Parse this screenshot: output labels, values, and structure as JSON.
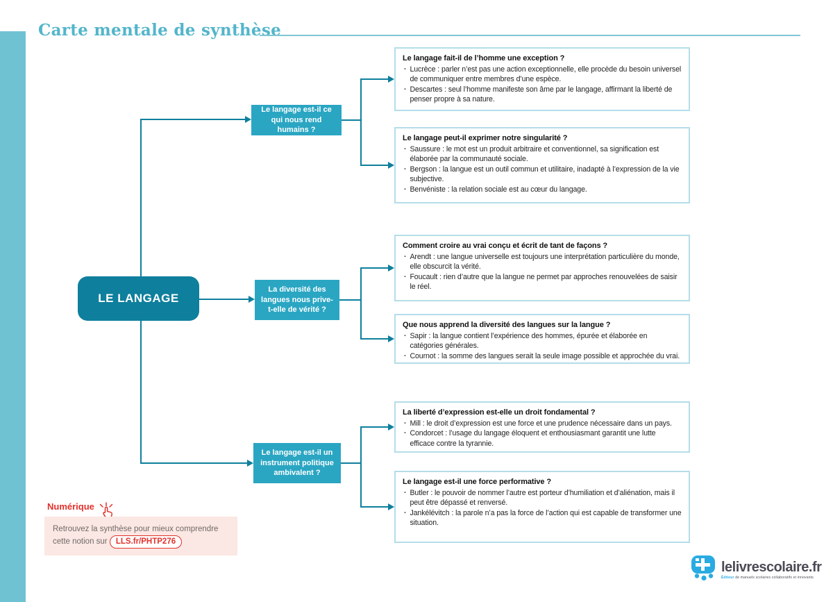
{
  "title": "Carte mentale de synthèse",
  "root": {
    "label": "LE LANGAGE"
  },
  "branches": [
    {
      "question": "Le langage est-il ce qui nous rend humains ?",
      "leaves": [
        {
          "title": "Le langage fait-il de l’homme une exception ?",
          "bullets": [
            "Lucrèce : parler n’est pas une action exceptionnelle, elle procède du besoin universel de communiquer entre membres d’une espèce.",
            "Descartes : seul l’homme manifeste son âme par le langage, affirmant la liberté de penser propre à sa nature."
          ]
        },
        {
          "title": "Le langage peut-il exprimer notre singularité ?",
          "bullets": [
            "Saussure : le mot est un produit arbitraire et conventionnel, sa signification est élaborée par la communauté sociale.",
            "Bergson : la langue est un outil commun et utilitaire, inadapté à l’expression de la vie subjective.",
            "Benvéniste : la relation sociale est au cœur du langage."
          ]
        }
      ]
    },
    {
      "question": "La diversité des langues nous prive-t-elle de vérité ?",
      "leaves": [
        {
          "title": "Comment croire au vrai conçu et écrit de tant de façons ?",
          "bullets": [
            "Arendt : une langue universelle est toujours une interprétation particulière du monde, elle obscurcit la vérité.",
            "Foucault : rien d’autre que la langue ne permet par approches renouvelées de saisir le réel."
          ]
        },
        {
          "title": "Que nous apprend la diversité des langues sur la langue ?",
          "bullets": [
            "Sapir : la langue contient l’expérience des hommes, épurée et élaborée en catégories générales.",
            "Cournot : la somme des langues serait la seule image possible et approchée du vrai."
          ]
        }
      ]
    },
    {
      "question": "Le langage est-il un instrument politique ambivalent ?",
      "leaves": [
        {
          "title": "La liberté d’expression est-elle un droit fondamental ?",
          "bullets": [
            "Mill : le droit d’expression est une force et une prudence nécessaire dans un pays.",
            "Condorcet : l’usage du langage éloquent et enthousiasmant garantit une lutte efficace contre la tyrannie."
          ]
        },
        {
          "title": "Le langage est-il une force performative ?",
          "bullets": [
            "Butler : le pouvoir de nommer l’autre est porteur d’humiliation et d’aliénation, mais il peut être dépassé et renversé.",
            "Jankélévitch : la parole n’a pas la force de l’action qui est capable de transformer une situation."
          ]
        }
      ]
    }
  ],
  "numerique": {
    "label": "Numérique",
    "text": "Retrouvez la synthèse pour mieux comprendre cette notion sur",
    "link_label": "LLS.fr/PHTP276"
  },
  "footer_logo": {
    "name": "lelivrescolaire.fr",
    "tagline_prefix": "Éditeur",
    "tagline_rest": "de manuels scolaires collaboratifs et innovants"
  },
  "colors": {
    "dark_teal": "#0e7f9d",
    "mid_teal": "#2aa6c3",
    "leaf_border": "#b4dde9",
    "stripe_teal": "#6fc2d2",
    "title_teal": "#53b5cb",
    "red": "#e2312b",
    "pink": "#fbe7e3",
    "logo_blue": "#29abe2"
  }
}
